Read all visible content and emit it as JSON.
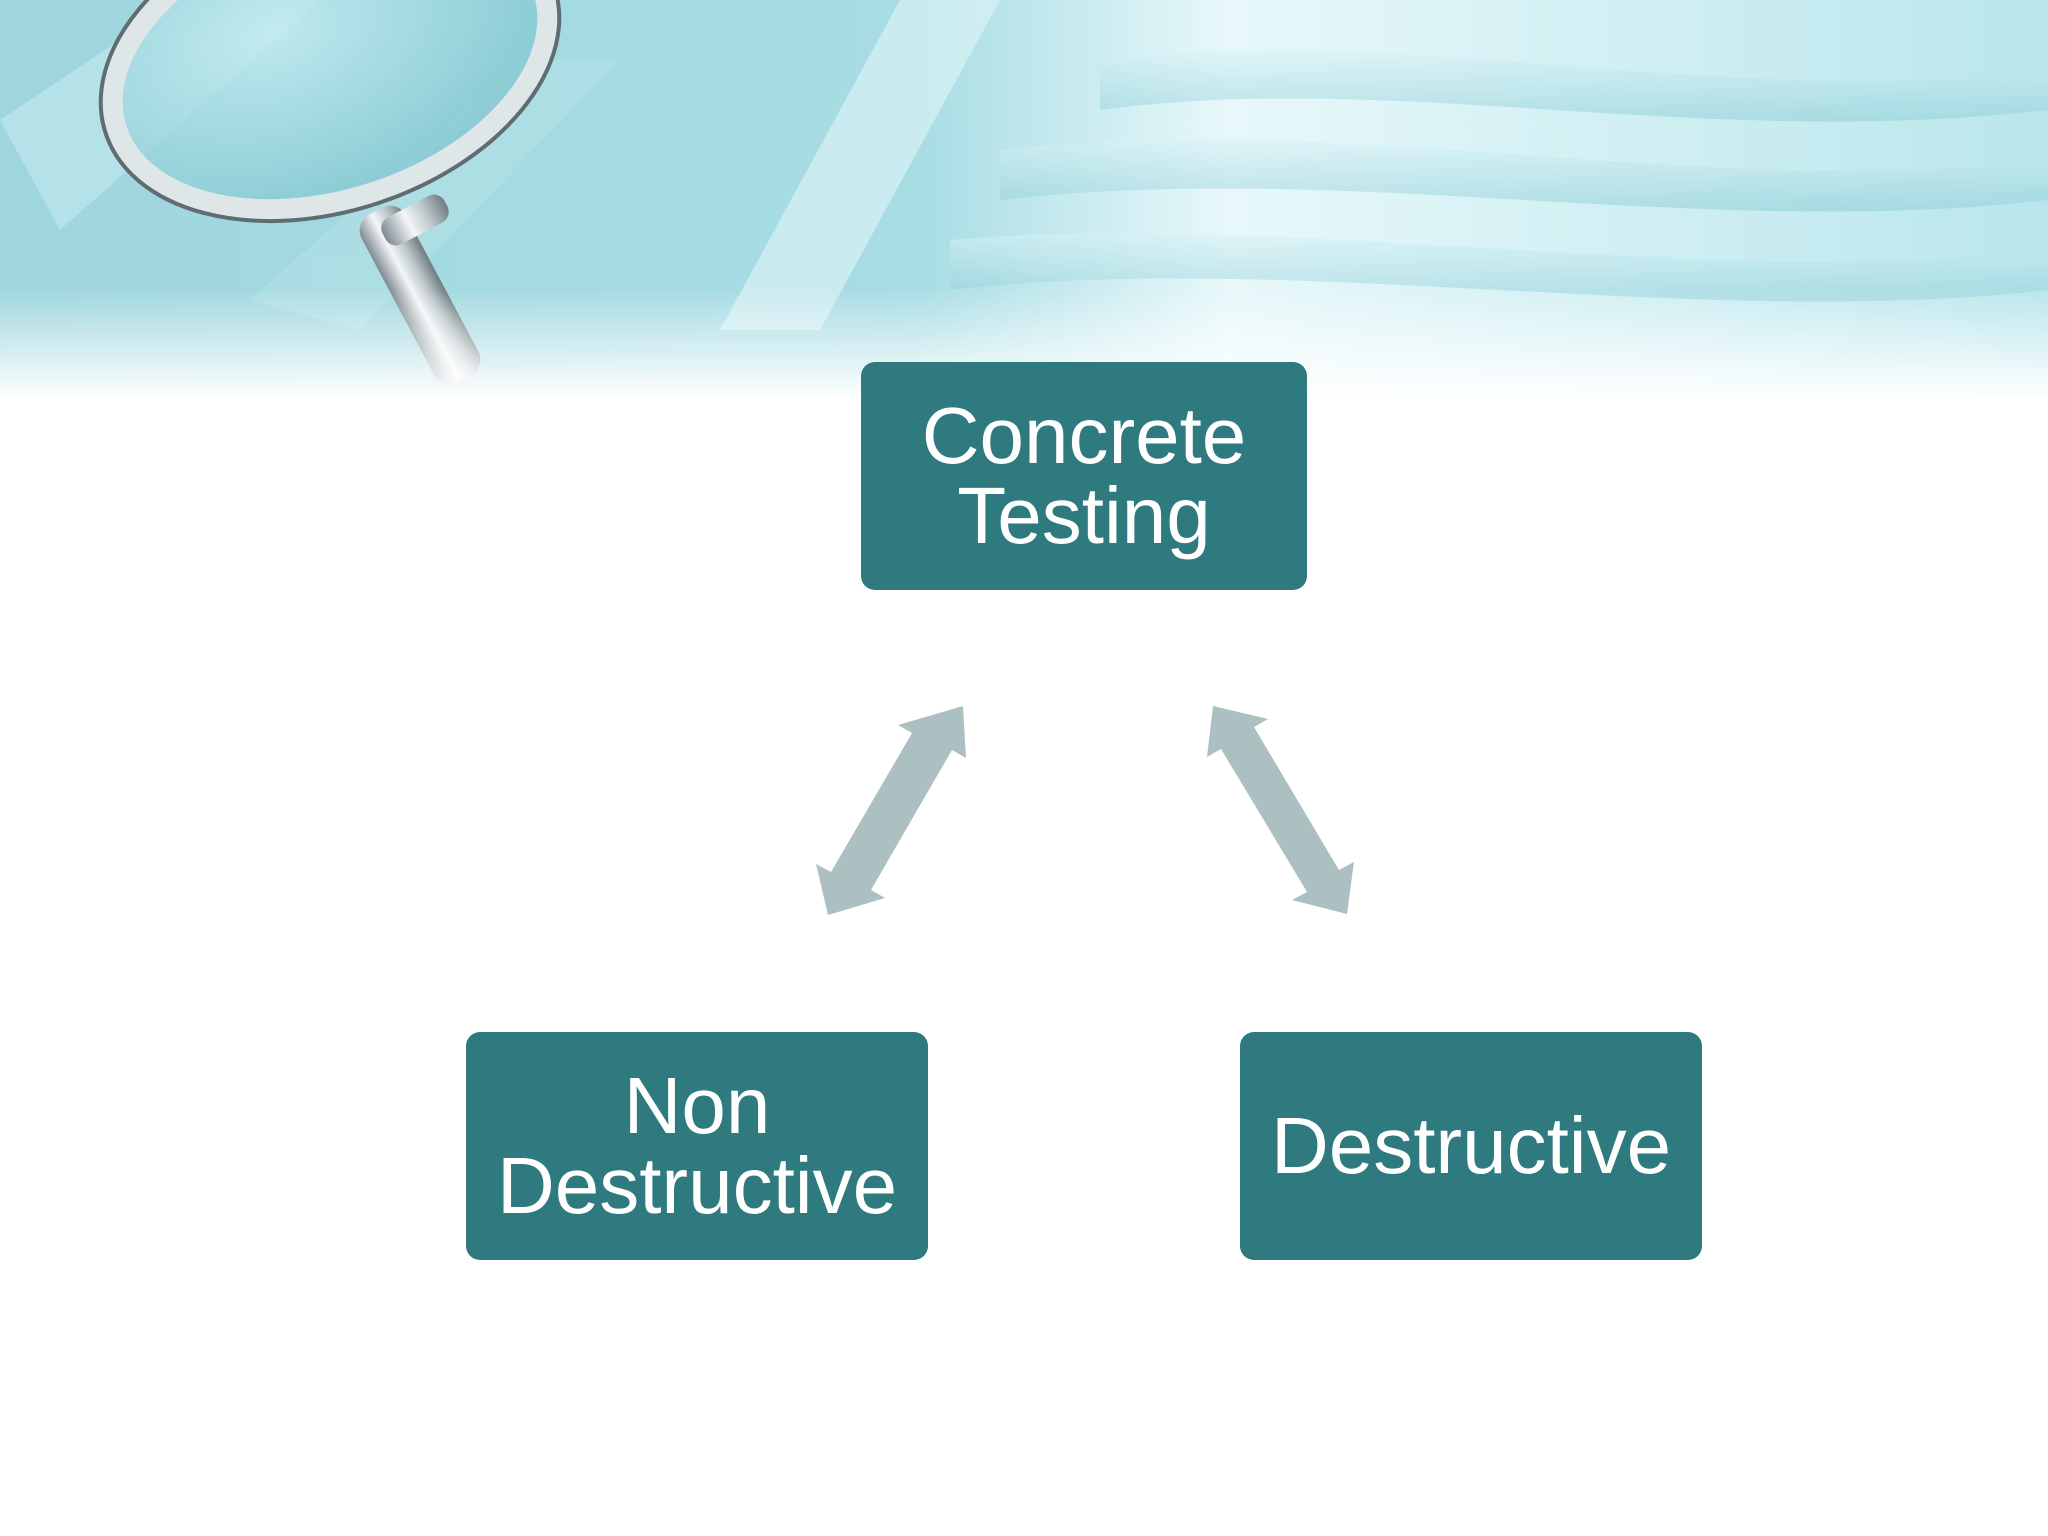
{
  "diagram": {
    "nodes": {
      "top": {
        "line1": "Concrete",
        "line2": "Testing"
      },
      "left": {
        "line1": "Non",
        "line2": "Destructive"
      },
      "right": {
        "line1": "Destructive"
      }
    },
    "colors": {
      "node_fill": "#2e7a7f",
      "node_text": "#ffffff",
      "arrow_fill": "#adc0c1",
      "banner_accent": "#8ccfd9"
    },
    "banner_icon": "magnifying-glass-icon"
  }
}
